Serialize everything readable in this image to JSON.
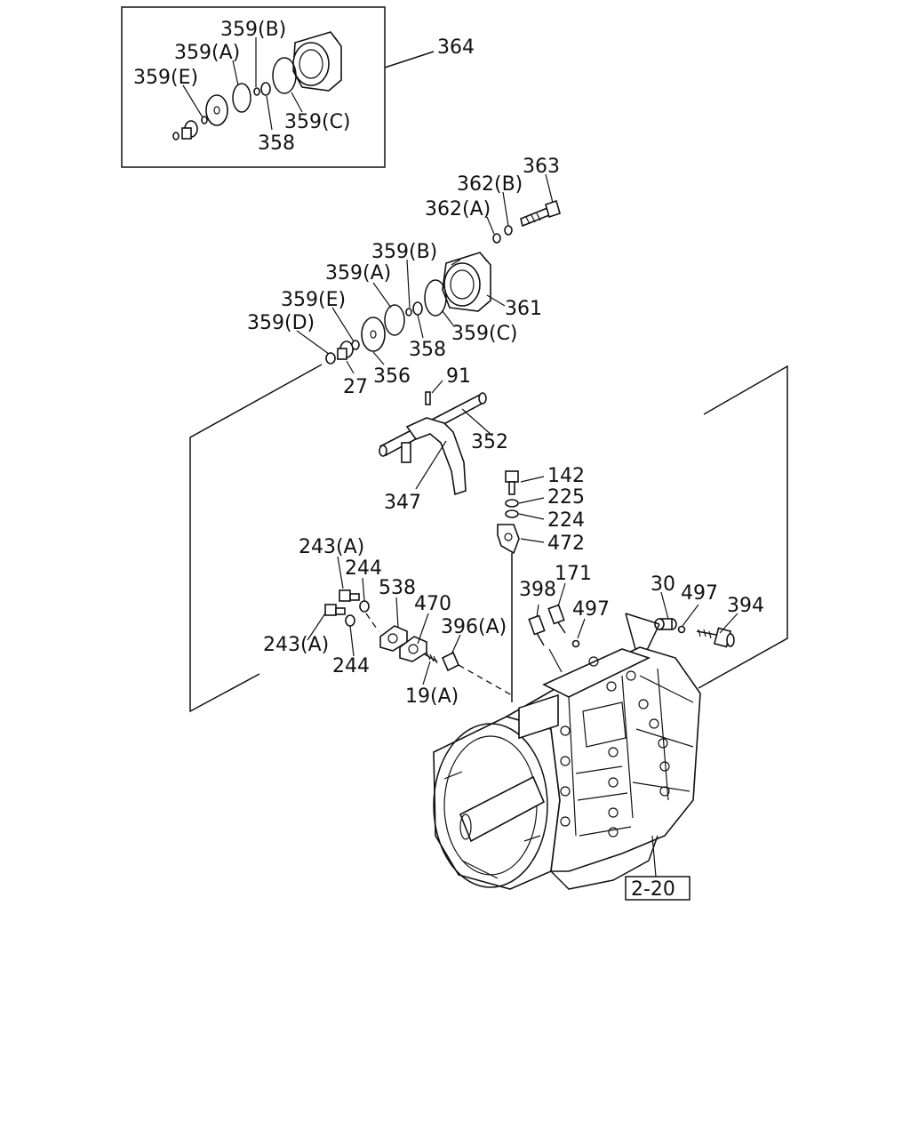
{
  "inset_labels": {
    "l359b": "359(B)",
    "l359a": "359(A)",
    "l359e": "359(E)",
    "l359c": "359(C)",
    "l358": "358",
    "l364": "364"
  },
  "labels": {
    "l363": "363",
    "l362b": "362(B)",
    "l362a": "362(A)",
    "l359b": "359(B)",
    "l359a": "359(A)",
    "l359e": "359(E)",
    "l359d": "359(D)",
    "l361": "361",
    "l358": "358",
    "l359c": "359(C)",
    "l27": "27",
    "l356": "356",
    "l91": "91",
    "l352": "352",
    "l347": "347",
    "l142": "142",
    "l225": "225",
    "l224": "224",
    "l472": "472",
    "l243a_top": "243(A)",
    "l244_top": "244",
    "l538": "538",
    "l470": "470",
    "l171": "171",
    "l398": "398",
    "l497_left": "497",
    "l30": "30",
    "l497_right": "497",
    "l394": "394",
    "l396a": "396(A)",
    "l243a_bot": "243(A)",
    "l244_bot": "244",
    "l19a": "19(A)",
    "ref_box": "2-20"
  }
}
